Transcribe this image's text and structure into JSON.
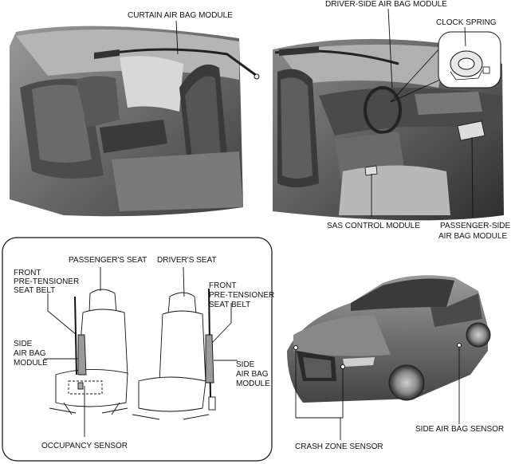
{
  "labels": {
    "curtain_air_bag_module": "CURTAIN AIR BAG MODULE",
    "driver_side_air_bag_module": "DRIVER-SIDE AIR BAG MODULE",
    "clock_spring": "CLOCK SPRING",
    "sas_control_module": "SAS CONTROL MODULE",
    "passenger_side_air_bag_module_line1": "PASSENGER-SIDE",
    "passenger_side_air_bag_module_line2": "AIR BAG MODULE",
    "passengers_seat": "PASSENGER'S SEAT",
    "drivers_seat": "DRIVER'S SEAT",
    "front_pretensioner_left_line1": "FRONT",
    "front_pretensioner_left_line2": "PRE-TENSIONER",
    "front_pretensioner_left_line3": "SEAT BELT",
    "front_pretensioner_right_line1": "FRONT",
    "front_pretensioner_right_line2": "PRE-TENSIONER",
    "front_pretensioner_right_line3": "SEAT BELT",
    "side_air_bag_module_left_line1": "SIDE",
    "side_air_bag_module_left_line2": "AIR BAG",
    "side_air_bag_module_left_line3": "MODULE",
    "side_air_bag_module_right_line1": "SIDE",
    "side_air_bag_module_right_line2": "AIR BAG",
    "side_air_bag_module_right_line3": "MODULE",
    "occupancy_sensor": "OCCUPANCY SENSOR",
    "side_air_bag_sensor": "SIDE AIR BAG SENSOR",
    "crash_zone_sensor": "CRASH ZONE SENSOR"
  },
  "colors": {
    "interior_dark": "#5a5a5a",
    "interior_mid": "#8c8c8c",
    "interior_light": "#c8c8c8",
    "vehicle_body": "#6e6e6e",
    "line": "#111111"
  }
}
